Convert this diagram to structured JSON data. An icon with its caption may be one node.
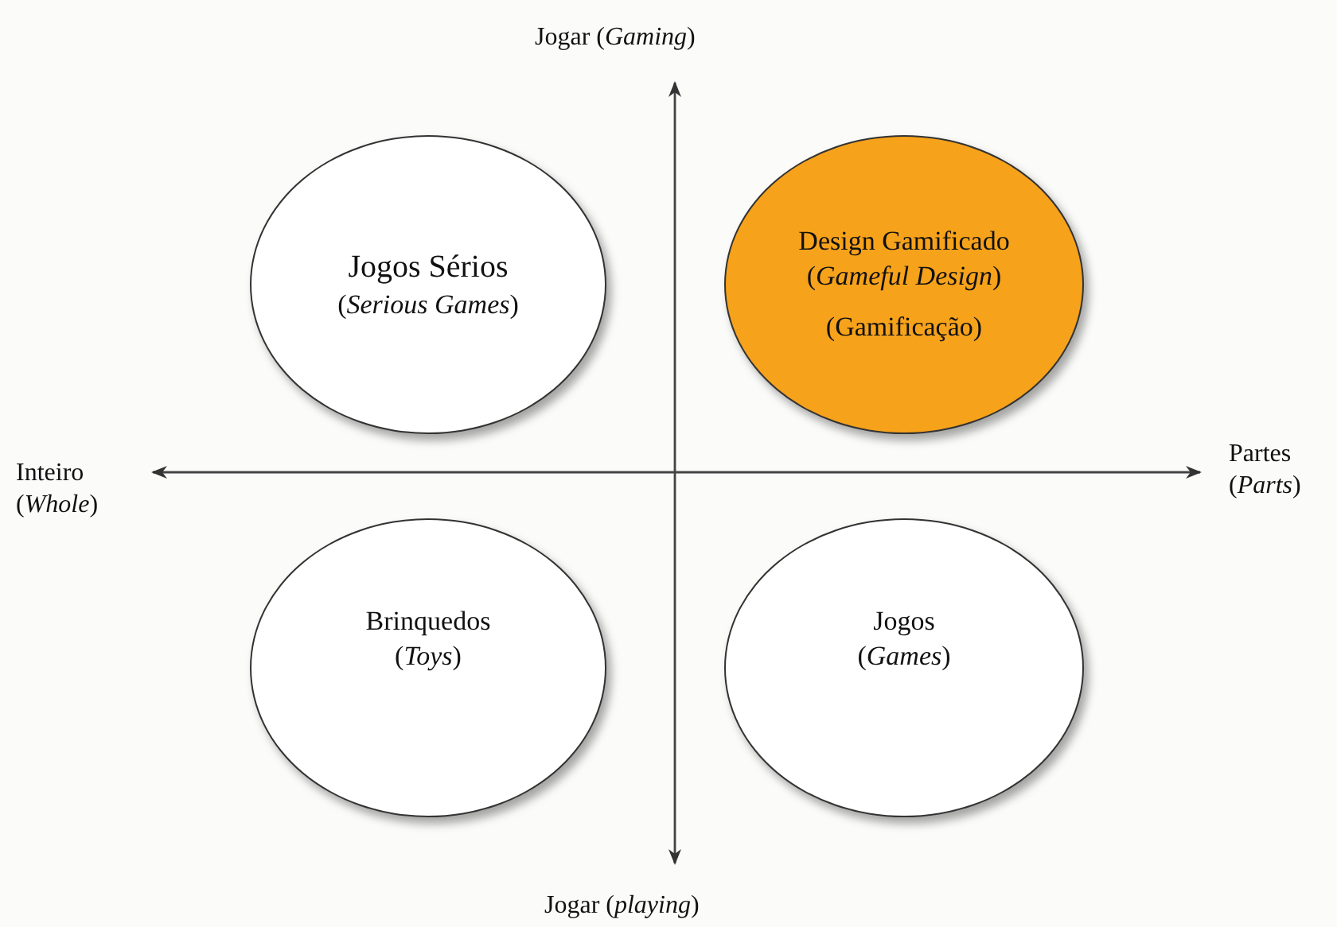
{
  "diagram": {
    "nodes": [
      {
        "text": [
          "Jogos Sérios",
          "(*Serious Games*)"
        ]
      },
      {
        "text": [
          "Design Gamificado",
          "(*Gameful Design*)",
          "(Gamificação)"
        ]
      },
      {
        "text": [
          "Brinquedos",
          "(*Toys*)"
        ]
      },
      {
        "text": [
          "Jogos",
          "(*Games*)"
        ]
      }
    ],
    "labels": [
      "Jogar (*Gaming*)",
      "Inteiro",
      "(*Whole*)",
      "Partes",
      "(*Parts*)",
      "Jogar (*playing*)"
    ]
  }
}
